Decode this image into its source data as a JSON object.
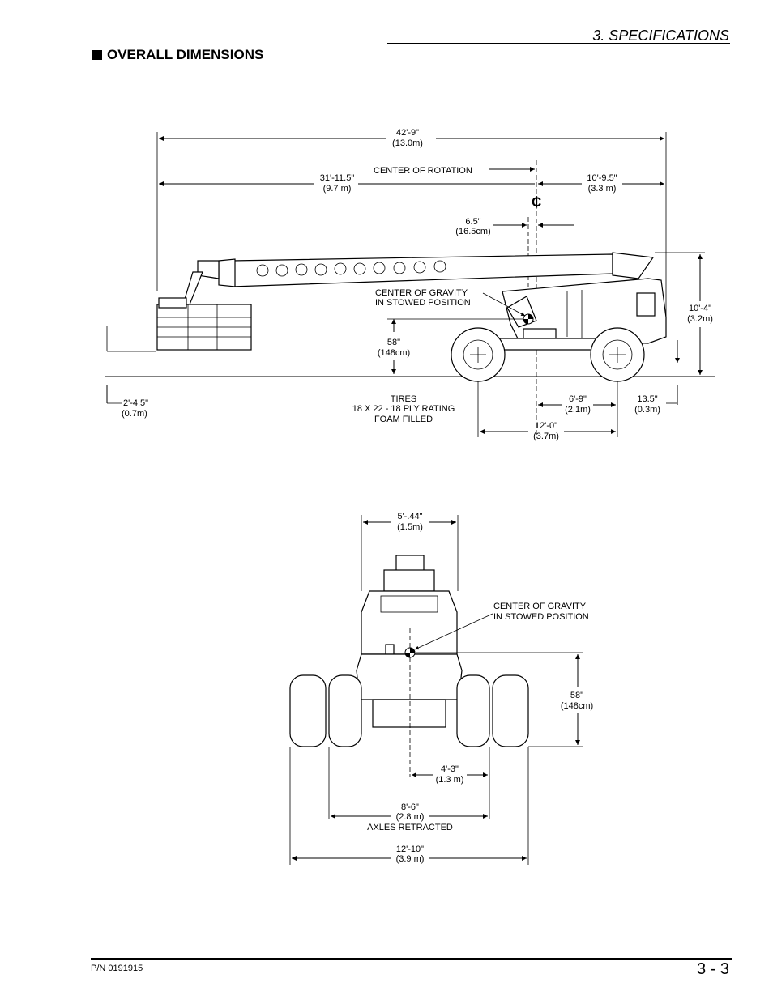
{
  "header": {
    "section": "3. SPECIFICATIONS"
  },
  "heading": {
    "title": "OVERALL DIMENSIONS"
  },
  "side_view": {
    "overall_length": {
      "imperial": "42'-9\"",
      "metric": "(13.0m)"
    },
    "front_length": {
      "imperial": "31'-11.5\"",
      "metric": "(9.7 m)"
    },
    "center_of_rotation": "CENTER OF ROTATION",
    "rear_length": {
      "imperial": "10'-9.5\"",
      "metric": "(3.3 m)"
    },
    "centerline_symbol": "₵",
    "cg_offset": {
      "imperial": "6.5\"",
      "metric": "(16.5cm)"
    },
    "cg_label_line1": "CENTER OF GRAVITY",
    "cg_label_line2": "IN STOWED POSITION",
    "cg_height": {
      "imperial": "58\"",
      "metric": "(148cm)"
    },
    "overall_height": {
      "imperial": "10'-4\"",
      "metric": "(3.2m)"
    },
    "platform_height": {
      "imperial": "2'-4.5\"",
      "metric": "(0.7m)"
    },
    "tires_line1": "TIRES",
    "tires_line2": "18 X 22 - 18 PLY RATING",
    "tires_line3": "FOAM FILLED",
    "axle_to_cr": {
      "imperial": "6'-9\"",
      "metric": "(2.1m)"
    },
    "ground_clearance": {
      "imperial": "13.5\"",
      "metric": "(0.3m)"
    },
    "wheelbase": {
      "imperial": "12'-0\"",
      "metric": "(3.7m)"
    }
  },
  "front_view": {
    "top_width": {
      "imperial": "5'-.44\"",
      "metric": "(1.5m)"
    },
    "cg_label_line1": "CENTER OF GRAVITY",
    "cg_label_line2": "IN STOWED POSITION",
    "cg_height": {
      "imperial": "58\"",
      "metric": "(148cm)"
    },
    "cg_lateral": {
      "imperial": "4'-3\"",
      "metric": "(1.3 m)"
    },
    "width_retracted": {
      "imperial": "8'-6\"",
      "metric": "(2.8 m)",
      "note": "AXLES RETRACTED"
    },
    "width_extended": {
      "imperial": "12'-10\"",
      "metric": "(3.9 m)",
      "note": "AXLES EXTENDED"
    }
  },
  "footer": {
    "part_number": "P/N 0191915",
    "page": "3 - 3"
  }
}
